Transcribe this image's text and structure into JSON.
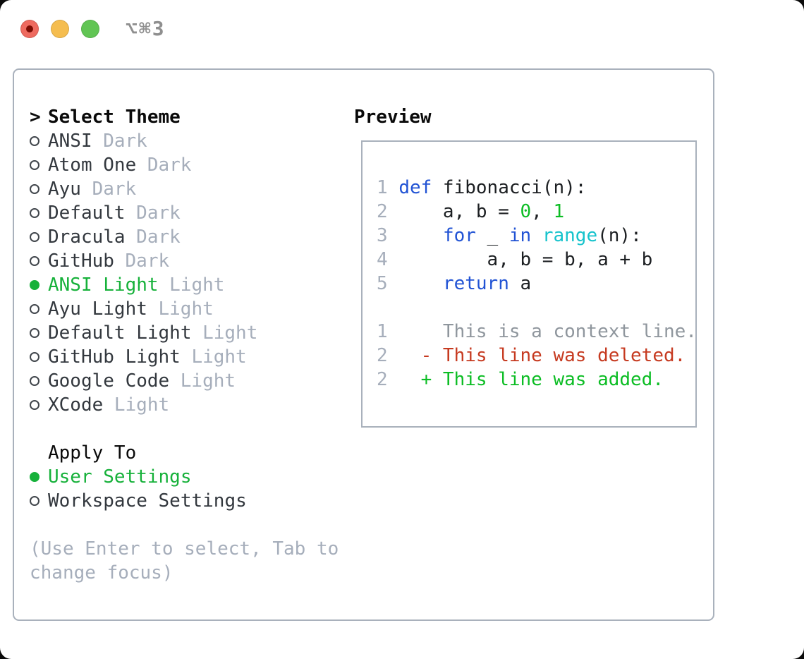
{
  "window": {
    "shortcut_label": "⌥⌘3",
    "controls": [
      {
        "name": "close",
        "color": "#ee6a5f"
      },
      {
        "name": "minimize",
        "color": "#f5bd4f"
      },
      {
        "name": "zoom",
        "color": "#61c554"
      }
    ]
  },
  "theme_picker": {
    "pointer": ">",
    "title": "Select Theme",
    "themes": [
      {
        "label": "ANSI",
        "variant": "Dark",
        "selected": false
      },
      {
        "label": "Atom One",
        "variant": "Dark",
        "selected": false
      },
      {
        "label": "Ayu",
        "variant": "Dark",
        "selected": false
      },
      {
        "label": "Default",
        "variant": "Dark",
        "selected": false
      },
      {
        "label": "Dracula",
        "variant": "Dark",
        "selected": false
      },
      {
        "label": "GitHub",
        "variant": "Dark",
        "selected": false
      },
      {
        "label": "ANSI Light",
        "variant": "Light",
        "selected": true
      },
      {
        "label": "Ayu Light",
        "variant": "Light",
        "selected": false
      },
      {
        "label": "Default Light",
        "variant": "Light",
        "selected": false
      },
      {
        "label": "GitHub Light",
        "variant": "Light",
        "selected": false
      },
      {
        "label": "Google Code",
        "variant": "Light",
        "selected": false
      },
      {
        "label": "XCode",
        "variant": "Light",
        "selected": false
      }
    ],
    "apply_to": {
      "title": "Apply To",
      "options": [
        {
          "label": "User Settings",
          "selected": true
        },
        {
          "label": "Workspace Settings",
          "selected": false
        }
      ]
    },
    "help_lines": [
      "(Use Enter to select, Tab to",
      "change focus)"
    ]
  },
  "preview": {
    "title": "Preview",
    "code_lines": [
      {
        "num": "1",
        "segments": [
          {
            "text": " ",
            "style": "plain"
          },
          {
            "text": "def",
            "style": "keyword"
          },
          {
            "text": " fibonacci(n):",
            "style": "plain"
          }
        ]
      },
      {
        "num": "2",
        "segments": [
          {
            "text": "     a, b = ",
            "style": "plain"
          },
          {
            "text": "0",
            "style": "number"
          },
          {
            "text": ", ",
            "style": "plain"
          },
          {
            "text": "1",
            "style": "number"
          }
        ]
      },
      {
        "num": "3",
        "segments": [
          {
            "text": "     ",
            "style": "plain"
          },
          {
            "text": "for",
            "style": "keyword"
          },
          {
            "text": " _ ",
            "style": "plain"
          },
          {
            "text": "in",
            "style": "keyword"
          },
          {
            "text": " ",
            "style": "plain"
          },
          {
            "text": "range",
            "style": "builtin"
          },
          {
            "text": "(n):",
            "style": "plain"
          }
        ]
      },
      {
        "num": "4",
        "segments": [
          {
            "text": "         a, b = b, a + b",
            "style": "plain"
          }
        ]
      },
      {
        "num": "5",
        "segments": [
          {
            "text": "     ",
            "style": "plain"
          },
          {
            "text": "return",
            "style": "keyword"
          },
          {
            "text": " a",
            "style": "plain"
          }
        ]
      }
    ],
    "diff_lines": [
      {
        "num": "1",
        "text": "     This is a context line.",
        "kind": "context"
      },
      {
        "num": "2",
        "text": "   - This line was deleted.",
        "kind": "deleted"
      },
      {
        "num": "2",
        "text": "   + This line was added.",
        "kind": "added"
      }
    ]
  },
  "colors": {
    "accent_green": "#16b13a",
    "diff_added_green": "#0cbd24",
    "diff_deleted_red": "#c63a20",
    "keyword_blue": "#2153d4",
    "builtin_cyan": "#16c3cc",
    "muted_gray": "#a6aebb",
    "border_gray": "#a9b1bc"
  }
}
